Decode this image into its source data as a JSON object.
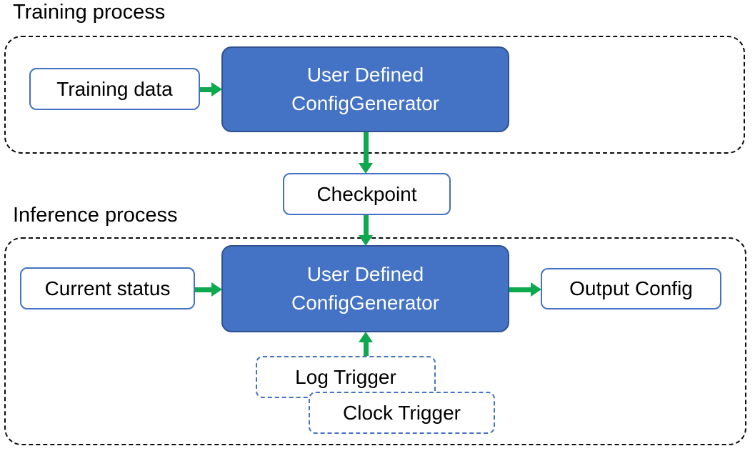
{
  "colors": {
    "box_fill_blue": "#4472C4",
    "box_border_dark_blue": "#2F528F",
    "light_box_border_blue": "#4472C4",
    "arrow_green": "#0EA84E",
    "container_dash_black": "#0d0d0d",
    "text_black": "#000000",
    "text_white": "#FFFFFF"
  },
  "training_section": {
    "title": "Training process",
    "training_data_box": "Training data",
    "generator_box": {
      "line1": "User Defined",
      "line2": "ConfigGenerator"
    }
  },
  "checkpoint_box": "Checkpoint",
  "inference_section": {
    "title": "Inference process",
    "current_status_box": "Current status",
    "generator_box": {
      "line1": "User Defined",
      "line2": "ConfigGenerator"
    },
    "output_config_box": "Output Config",
    "triggers": {
      "log_trigger_box": "Log Trigger",
      "clock_trigger_box": "Clock Trigger"
    }
  }
}
